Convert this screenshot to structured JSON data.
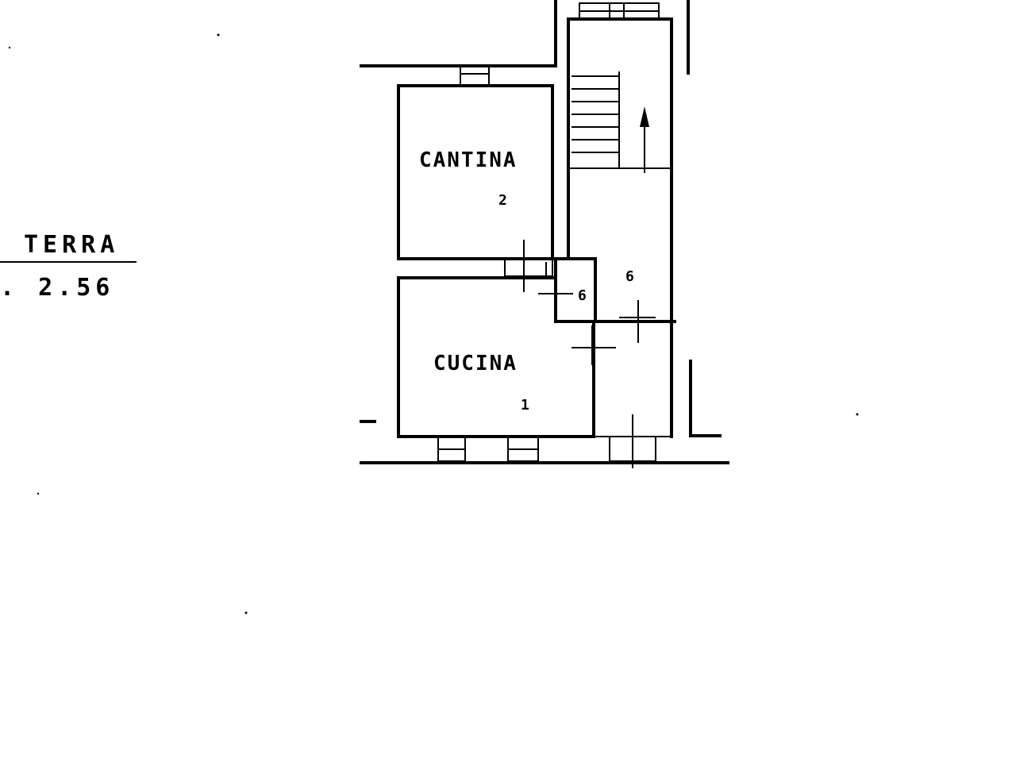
{
  "plan": {
    "floor_label": "TERRA",
    "height_label": ". 2.56",
    "rooms": [
      {
        "name": "CANTINA",
        "number": "2"
      },
      {
        "name": "CUCINA",
        "number": "1"
      }
    ],
    "hall_number": "6",
    "closet_number": "6"
  },
  "colors": {
    "ink": "#000000",
    "paper": "#ffffff"
  }
}
